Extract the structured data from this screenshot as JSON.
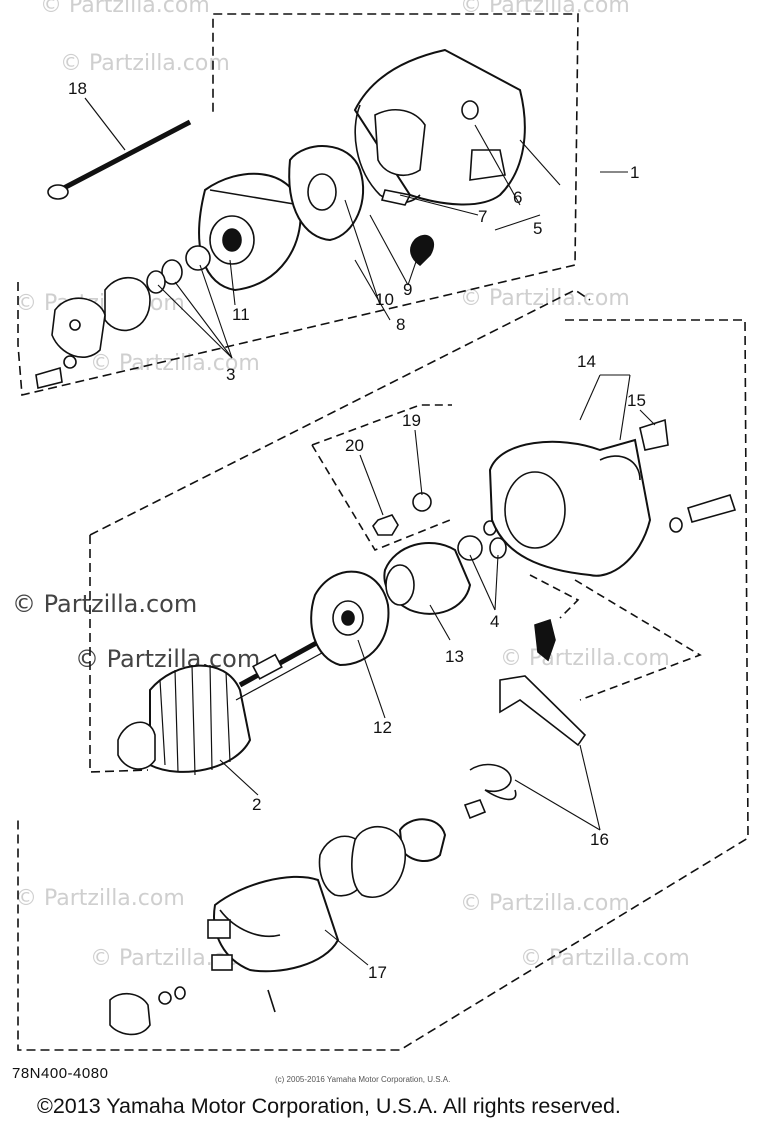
{
  "diagram": {
    "part_labels": [
      "1",
      "2",
      "3",
      "4",
      "5",
      "6",
      "7",
      "8",
      "9",
      "10",
      "11",
      "12",
      "13",
      "14",
      "15",
      "16",
      "17",
      "18",
      "19",
      "20"
    ],
    "watermark": "© Partzilla.com",
    "ink_color": "#111111",
    "watermark_color": "#cfcfcf"
  },
  "footer": {
    "diagram_code": "78N400-4080",
    "small_copyright": "(c) 2005-2016 Yamaha Motor Corporation, U.S.A.",
    "copyright": "©2013 Yamaha Motor Corporation, U.S.A. All rights reserved."
  }
}
